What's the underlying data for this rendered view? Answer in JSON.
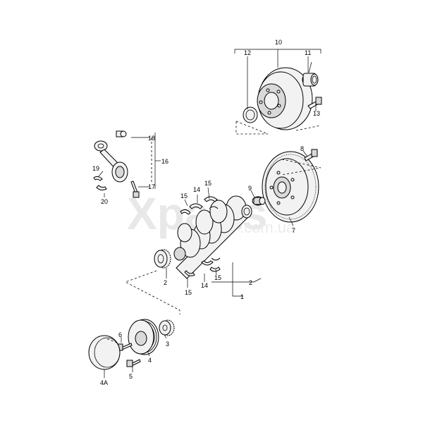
{
  "watermark": {
    "text": "Xparts",
    "subtext": ".com.ua"
  },
  "labels": {
    "l1": "1",
    "l2": "2",
    "l2b": "2",
    "l3": "3",
    "l4": "4",
    "l4a": "4A",
    "l5": "5",
    "l6": "6",
    "l7": "7",
    "l8": "8",
    "l9": "9",
    "l10": "10",
    "l11": "11",
    "l12": "12",
    "l13": "13",
    "l14a": "14",
    "l14b": "14",
    "l15a": "15",
    "l15b": "15",
    "l15c": "15",
    "l15d": "15",
    "l16": "16",
    "l17": "17",
    "l18": "18",
    "l19": "19",
    "l20": "20"
  }
}
